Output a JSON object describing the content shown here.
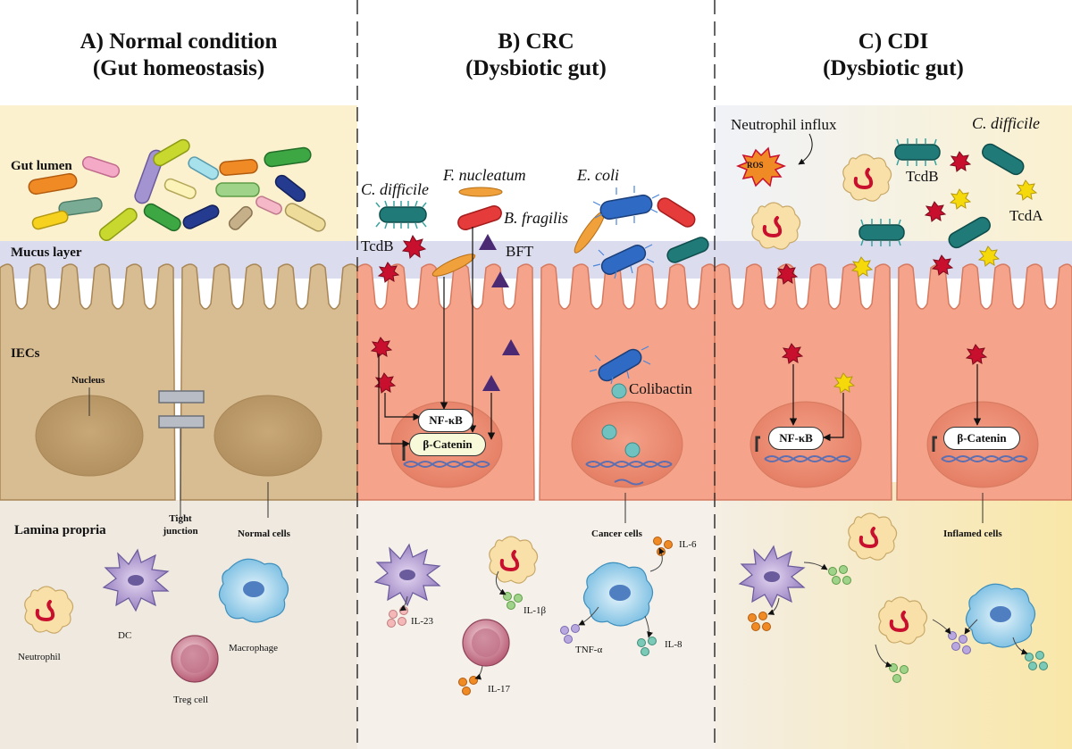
{
  "panels": {
    "a": {
      "title_line1": "A) Normal condition",
      "title_line2": "(Gut homeostasis)"
    },
    "b": {
      "title_line1": "B) CRC",
      "title_line2": "(Dysbiotic gut)"
    },
    "c": {
      "title_line1": "C) CDI",
      "title_line2": "(Dysbiotic gut)"
    }
  },
  "layers": {
    "gut_lumen": "Gut lumen",
    "mucus_layer": "Mucus layer",
    "iecs": "IECs",
    "lamina_propria": "Lamina propria"
  },
  "panel_a_labels": {
    "nucleus": "Nucleus",
    "tight_junction": "Tight junction",
    "normal_cells": "Normal cells",
    "dc": "DC",
    "neutrophil": "Neutrophil",
    "treg_cell": "Treg cell",
    "macrophage": "Macrophage"
  },
  "panel_b_labels": {
    "c_difficile": "C. difficile",
    "f_nucleatum": "F. nucleatum",
    "e_coli": "E. coli",
    "b_fragilis": "B. fragilis",
    "tcdb": "TcdB",
    "bft": "BFT",
    "colibactin": "Colibactin",
    "nfkb": "NF-κB",
    "beta_catenin": "β-Catenin",
    "cancer_cells": "Cancer cells",
    "il23": "IL-23",
    "il1b": "IL-1β",
    "il17": "IL-17",
    "il6": "IL-6",
    "tnfa": "TNF-α",
    "il8": "IL-8"
  },
  "panel_c_labels": {
    "neutrophil_influx": "Neutrophil influx",
    "ros": "ROS",
    "c_difficile": "C. difficile",
    "tcdb": "TcdB",
    "tcda": "TcdA",
    "nfkb": "NF-κB",
    "beta_catenin": "β-Catenin",
    "inflamed_cells": "Inflamed cells"
  },
  "colors": {
    "lumen_bg": "#fbf1cf",
    "mucus_bg": "#dcdcef",
    "normal_cell": "#d2b48c",
    "cancer_cell": "#f29a80",
    "inflamed_cell": "#f29a80",
    "toxin_red": "#c8102e",
    "toxin_yellow": "#f5d90a",
    "bft_purple": "#4b2a73"
  }
}
